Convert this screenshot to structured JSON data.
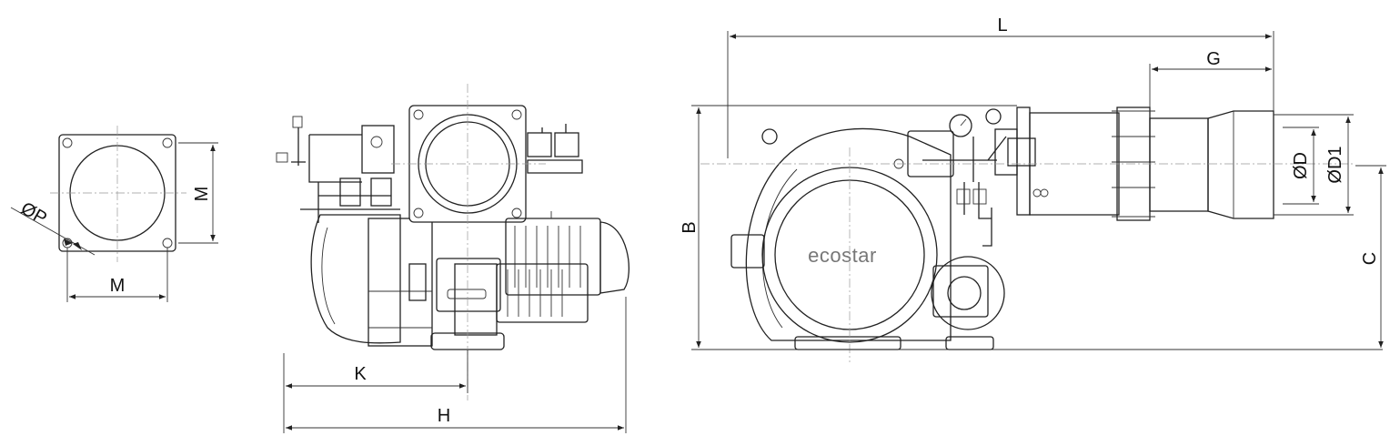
{
  "brand_text": "ecostar",
  "dimension_labels": {
    "P": "ØP",
    "M_vertical": "M",
    "M_horizontal": "M",
    "K": "K",
    "H": "H",
    "L": "L",
    "G": "G",
    "B": "B",
    "D": "ØD",
    "D1": "ØD1",
    "C": "C"
  }
}
